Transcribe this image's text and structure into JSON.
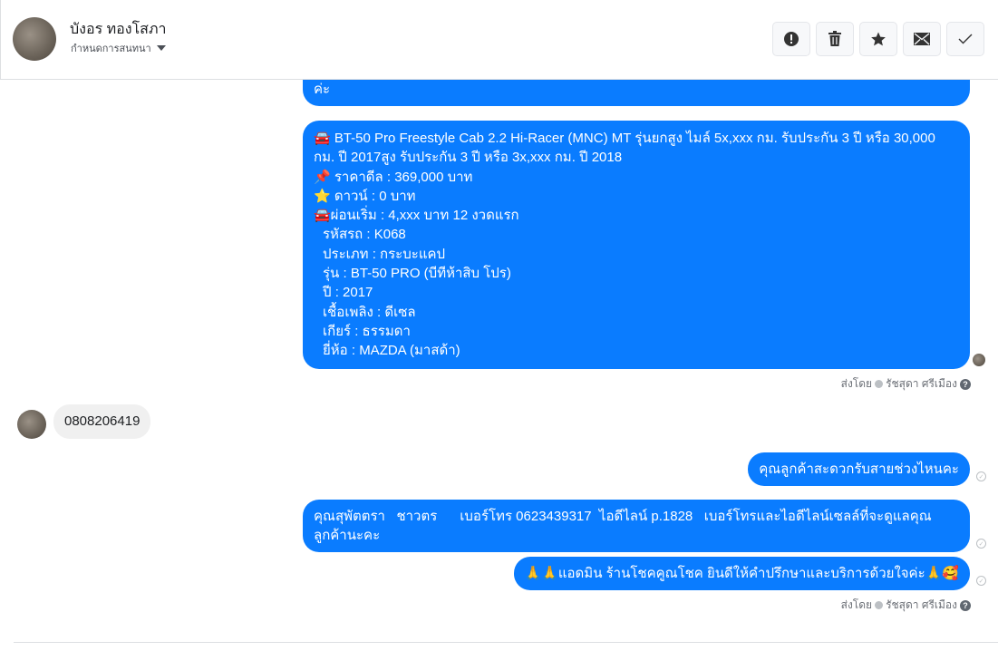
{
  "header": {
    "name": "บังอร ทองโสภา",
    "subtitle": "กำหนดการสนทนา"
  },
  "actions": [
    {
      "icon": "alert-icon"
    },
    {
      "icon": "trash-icon"
    },
    {
      "icon": "star-icon"
    },
    {
      "icon": "mail-icon"
    },
    {
      "icon": "check-icon"
    }
  ],
  "messages": {
    "partial": "ค่ะ",
    "listing": [
      "🚘 BT-50 Pro Freestyle Cab 2.2 Hi-Racer (MNC) MT รุ่นยกสูง ไมล์ 5x,xxx กม. รับประกัน 3 ปี หรือ 30,000 กม. ปี 2017สูง รับประกัน 3 ปี หรือ 3x,xxx กม. ปี 2018",
      "📌 ราคาดีล : 369,000 บาท",
      "⭐ ดาวน์ : 0 บาท",
      "🚘ผ่อนเริ่ม : 4,xxx บาท 12 งวดแรก",
      "   รหัสรถ : K068",
      "   ประเภท : กระบะแคป",
      "   รุ่น : BT-50 PRO (บีทีห้าสิบ โปร)",
      "   ปี : 2017",
      "   เชื้อเพลิง : ดีเซล",
      "   เกียร์ : ธรรมดา",
      "   ยี่ห้อ : MAZDA (มาสด้า)"
    ],
    "incoming": "0808206419",
    "ask": "คุณลูกค้าสะดวกรับสายช่วงไหนคะ",
    "contact": "คุณสุพัตตรา   ชาวตร      เบอร์โทร 0623439317  ไอดีไลน์ p.1828   เบอร์โทรและไอดีไลน์เซลล์ที่จะดูแลคุณลูกค้านะคะ",
    "admin": "🙏🙏แอดมิน ร้านโชคคูณโชค ยินดีให้คำปรึกษาและบริการด้วยใจค่ะ🙏🥰"
  },
  "sent_by": {
    "label": "ส่งโดย",
    "agent": "รัชสุดา ศรีเมือง"
  },
  "colors": {
    "bubble": "#0a7cff"
  }
}
